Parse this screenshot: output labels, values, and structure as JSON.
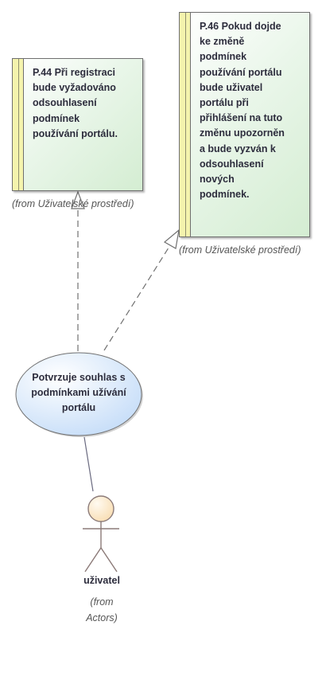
{
  "requirements": [
    {
      "id": "P.44",
      "text": "P.44  Při registraci\nbude vyžadováno\nodsouhlasení\npodmínek\npoužívání portálu.",
      "from": "(from Uživatelské prostředí)"
    },
    {
      "id": "P.46",
      "text": "P.46  Pokud dojde\nke změně\npodmínek\npoužívání portálu\nbude uživatel\nportálu při\npřihlášení na tuto\nzměnu upozorněn\na bude vyzván k\nodsouhlasení\nnových\npodmínek.",
      "from": "(from Uživatelské prostředí)"
    }
  ],
  "use_case": {
    "label": "Potvrzuje souhlas s\npodmínkami užívání\nportálu"
  },
  "actor": {
    "name": "uživatel",
    "from": "(from\nActors)"
  },
  "colors": {
    "requirement_fill": "#d4edd2",
    "requirement_stripe": "#f4f3ad",
    "use_case_fill": "#c4dcf8",
    "actor_head": "#fbe3bf",
    "line": "#707070"
  }
}
